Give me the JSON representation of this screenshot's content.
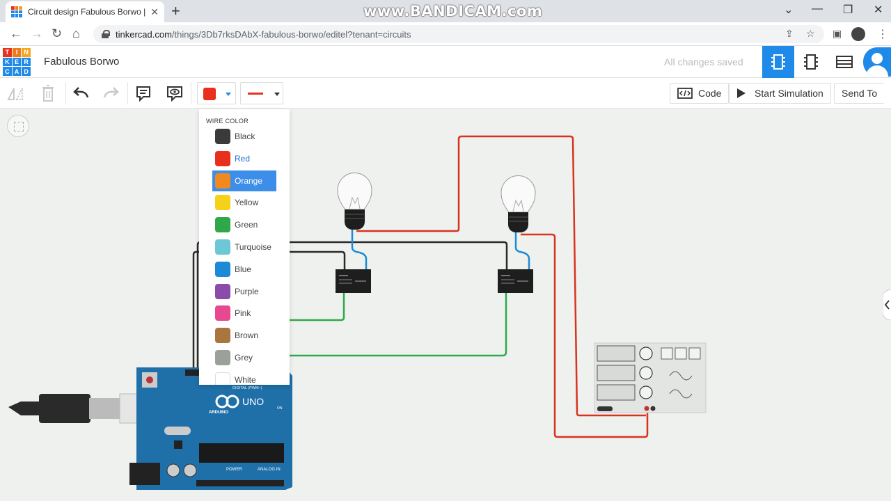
{
  "browser": {
    "tab_title": "Circuit design Fabulous Borwo | T",
    "tab_close": "✕",
    "new_tab": "+",
    "watermark": "www.BANDICAM.com",
    "url_host": "tinkercad.com",
    "url_path": "/things/3Db7rksDAbX-fabulous-borwo/editel?tenant=circuits",
    "back": "←",
    "forward": "→",
    "reload": "↻",
    "home": "⌂",
    "minimize": "—",
    "maximize": "❐",
    "close": "✕",
    "chevron": "⌄",
    "share": "⇪",
    "star": "☆",
    "sidepanel": "▣",
    "menu": "⋮"
  },
  "app": {
    "logo_letters": [
      "T",
      "I",
      "N",
      "K",
      "E",
      "R",
      "C",
      "A",
      "D"
    ],
    "logo_colors": [
      "#e8301d",
      "#ef7a1a",
      "#f4a623",
      "#1f8ae8",
      "#1f8ae8",
      "#1f8ae8",
      "#1f8ae8",
      "#1f8ae8",
      "#1f8ae8"
    ],
    "name": "Fabulous Borwo",
    "save_status": "All changes saved"
  },
  "toolbar": {
    "code_label": "Code",
    "start_sim_label": "Start Simulation",
    "send_to_label": "Send To",
    "current_wire_color": "#e8301d"
  },
  "wire_color_menu": {
    "heading": "WIRE COLOR",
    "items": [
      {
        "label": "Black",
        "color": "#3a3a3a"
      },
      {
        "label": "Red",
        "color": "#e8301d"
      },
      {
        "label": "Orange",
        "color": "#f0891f"
      },
      {
        "label": "Yellow",
        "color": "#f6d11a"
      },
      {
        "label": "Green",
        "color": "#2fa84a"
      },
      {
        "label": "Turquoise",
        "color": "#6cc7d6"
      },
      {
        "label": "Blue",
        "color": "#1c8ad6"
      },
      {
        "label": "Purple",
        "color": "#8a4bab"
      },
      {
        "label": "Pink",
        "color": "#e6498f"
      },
      {
        "label": "Brown",
        "color": "#a97640"
      },
      {
        "label": "Grey",
        "color": "#9aa09a"
      },
      {
        "label": "White",
        "color": "#ffffff"
      }
    ],
    "selected": "Orange",
    "current": "Red"
  },
  "board": {
    "model": "UNO",
    "brand": "ARDUINO",
    "digital_label": "DIGITAL (PWM~)",
    "power_label": "POWER",
    "analog_label": "ANALOG IN",
    "on_label": "ON"
  }
}
